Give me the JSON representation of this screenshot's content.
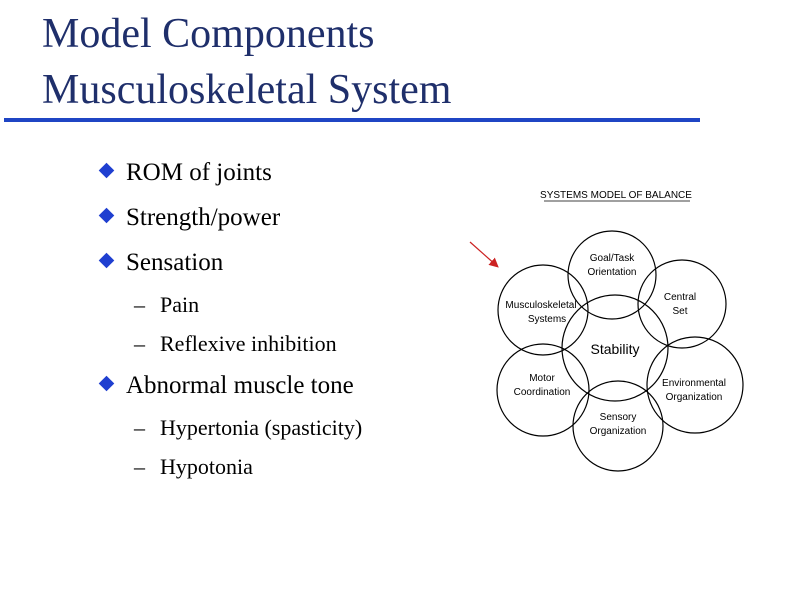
{
  "slide": {
    "title_line1": "Model Components",
    "title_line2": "Musculoskeletal System"
  },
  "bullets": [
    {
      "level": 1,
      "text": "ROM of joints"
    },
    {
      "level": 1,
      "text": "Strength/power"
    },
    {
      "level": 1,
      "text": "Sensation"
    },
    {
      "level": 2,
      "text": "Pain"
    },
    {
      "level": 2,
      "text": "Reflexive inhibition"
    },
    {
      "level": 1,
      "text": "Abnormal muscle tone"
    },
    {
      "level": 2,
      "text": "Hypertonia (spasticity)"
    },
    {
      "level": 2,
      "text": "Hypotonia"
    }
  ],
  "bullet_symbols": {
    "level1": "diamond-bullet-icon",
    "level2": "–"
  },
  "diagram": {
    "heading": "SYSTEMS MODEL OF BALANCE",
    "center": "Stability",
    "circles": {
      "goal_task": [
        "Goal/Task",
        "Orientation"
      ],
      "central_set": [
        "Central",
        "Set"
      ],
      "environmental": [
        "Environmental",
        "Organization"
      ],
      "sensory": [
        "Sensory",
        "Organization"
      ],
      "motor": [
        "Motor",
        "Coordination"
      ],
      "musculoskeletal": [
        "Musculoskeletal",
        "Systems"
      ]
    },
    "arrow_color": "#cc2222"
  },
  "colors": {
    "title": "#1f2f6b",
    "rule": "#1f45c4",
    "bullet": "#1f3fd0"
  }
}
